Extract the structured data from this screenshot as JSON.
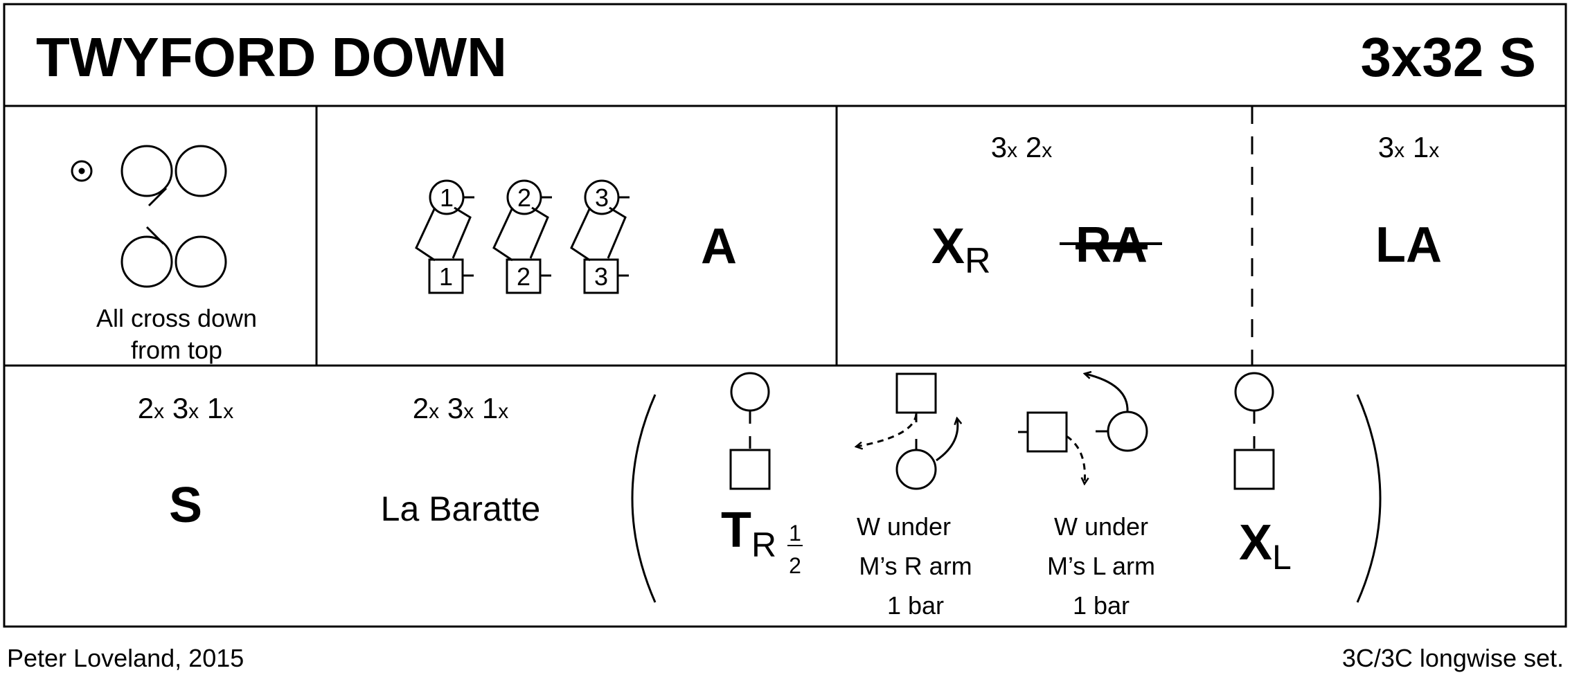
{
  "header": {
    "title": "TWYFORD DOWN",
    "formation": "3x32 S"
  },
  "row1": {
    "cell1": {
      "caption_line1": "All cross down",
      "caption_line2": "from top"
    },
    "cell2": {
      "women": [
        "1",
        "2",
        "3"
      ],
      "men": [
        "1",
        "2",
        "3"
      ],
      "figure": "A"
    },
    "cell3": {
      "count_a": "3",
      "x_a": "x",
      "count_b": "2",
      "x_b": "x",
      "figure1_main": "X",
      "figure1_sub": "R",
      "figure2": "RA"
    },
    "cell4": {
      "count_a": "3",
      "x_a": "x",
      "count_b": "1",
      "x_b": "x",
      "figure": "LA"
    }
  },
  "row2": {
    "cell1": {
      "count_a": "2",
      "x_a": "x",
      "count_b": "3",
      "x_b": "x",
      "count_c": "1",
      "x_c": "x",
      "figure": "S"
    },
    "cell2": {
      "count_a": "2",
      "x_a": "x",
      "count_b": "3",
      "x_b": "x",
      "count_c": "1",
      "x_c": "x",
      "figure": "La Baratte"
    },
    "sequence": {
      "turn_main": "T",
      "turn_sub": "R",
      "turn_num": "1",
      "turn_den": "2",
      "under1_line1": "W under",
      "under1_line2": "M’s R arm",
      "under1_line3": "1 bar",
      "under2_line1": "W under",
      "under2_line2": "M’s L arm",
      "under2_line3": "1 bar",
      "cross_main": "X",
      "cross_sub": "L"
    }
  },
  "footer": {
    "author": "Peter Loveland, 2015",
    "set": "3C/3C longwise set."
  }
}
